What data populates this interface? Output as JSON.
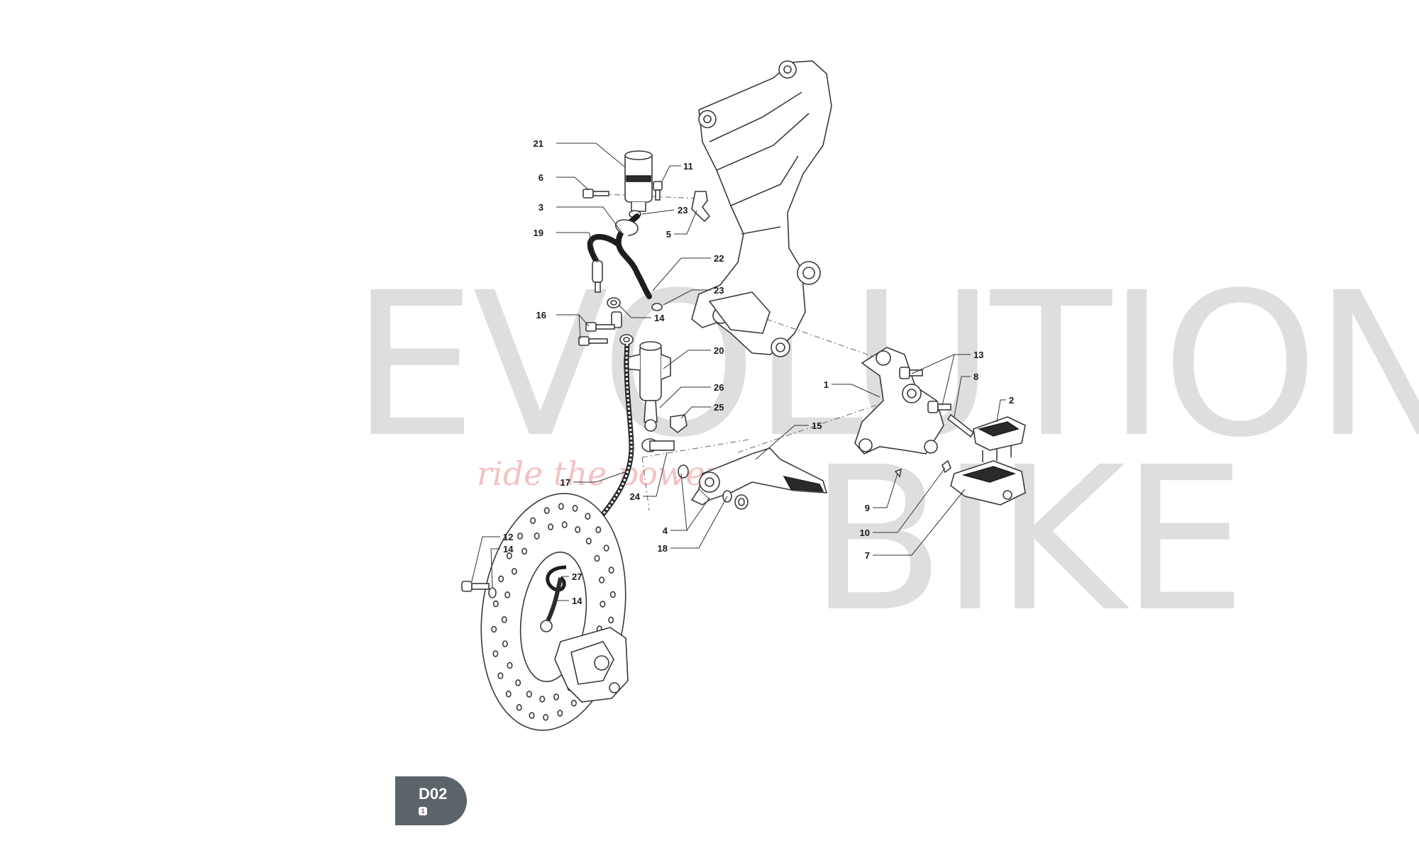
{
  "watermark": {
    "evolution": "EVOLUTION",
    "bike": "BIKE",
    "tagline": "ride the power"
  },
  "callouts": [
    {
      "id": "c21",
      "label": "21"
    },
    {
      "id": "c6",
      "label": "6"
    },
    {
      "id": "c11",
      "label": "11"
    },
    {
      "id": "c3",
      "label": "3"
    },
    {
      "id": "c23a",
      "label": "23"
    },
    {
      "id": "c5",
      "label": "5"
    },
    {
      "id": "c19",
      "label": "19"
    },
    {
      "id": "c22",
      "label": "22"
    },
    {
      "id": "c23b",
      "label": "23"
    },
    {
      "id": "c16",
      "label": "16"
    },
    {
      "id": "c14a",
      "label": "14"
    },
    {
      "id": "c20",
      "label": "20"
    },
    {
      "id": "c26",
      "label": "26"
    },
    {
      "id": "c25",
      "label": "25"
    },
    {
      "id": "c15",
      "label": "15"
    },
    {
      "id": "c13",
      "label": "13"
    },
    {
      "id": "c8",
      "label": "8"
    },
    {
      "id": "c1",
      "label": "1"
    },
    {
      "id": "c2",
      "label": "2"
    },
    {
      "id": "c17",
      "label": "17"
    },
    {
      "id": "c24",
      "label": "24"
    },
    {
      "id": "c4",
      "label": "4"
    },
    {
      "id": "c18",
      "label": "18"
    },
    {
      "id": "c9",
      "label": "9"
    },
    {
      "id": "c10",
      "label": "10"
    },
    {
      "id": "c7",
      "label": "7"
    },
    {
      "id": "c12",
      "label": "12"
    },
    {
      "id": "c14b",
      "label": "14"
    },
    {
      "id": "c27",
      "label": "27"
    },
    {
      "id": "c14c",
      "label": "14"
    }
  ],
  "badge": {
    "code": "D02",
    "sub": "1"
  }
}
